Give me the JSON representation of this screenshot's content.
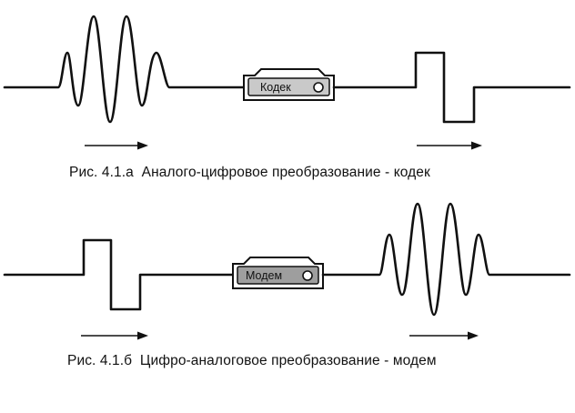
{
  "figures": [
    {
      "id": "a",
      "caption_number": "Рис. 4.1.а",
      "caption_text": "Аналого-цифровое преобразование - кодек",
      "device_label": "Кодек",
      "input_signal": "analog",
      "output_signal": "digital"
    },
    {
      "id": "b",
      "caption_number": "Рис. 4.1.б",
      "caption_text": "Цифро-аналоговое преобразование - модем",
      "device_label": "Модем",
      "input_signal": "digital",
      "output_signal": "analog"
    }
  ],
  "colors": {
    "ink": "#111111",
    "device_body_a": "#c9c9c9",
    "device_body_b": "#9e9e9e",
    "background": "#ffffff"
  },
  "icons": {
    "direction_arrow": "right-arrow-icon",
    "device_indicator": "indicator-light-icon"
  }
}
